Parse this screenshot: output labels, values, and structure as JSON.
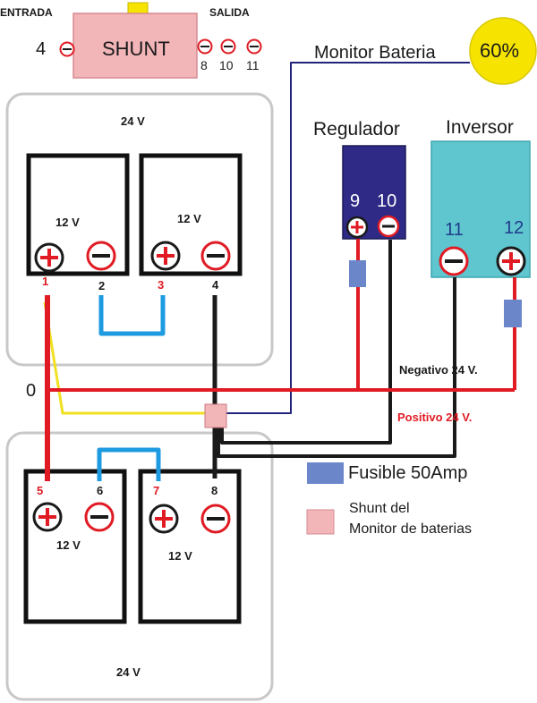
{
  "shunt": {
    "entrada_label": "ENTRADA",
    "salida_label": "SALIDA",
    "title": "SHUNT",
    "input_terminal": "4",
    "output_terminals": [
      "8",
      "10",
      "11"
    ]
  },
  "monitor": {
    "label": "Monitor Bateria",
    "percent": "60%"
  },
  "regulador": {
    "label": "Regulador",
    "terminal_pos": "9",
    "terminal_neg": "10"
  },
  "inversor": {
    "label": "Inversor",
    "terminal_neg": "11",
    "terminal_pos": "12"
  },
  "bank_top": {
    "voltage": "24 V",
    "battery_left": {
      "voltage": "12 V",
      "pos": "1",
      "neg": "2"
    },
    "battery_right": {
      "voltage": "12 V",
      "pos": "3",
      "neg": "4"
    }
  },
  "bank_bottom": {
    "voltage": "24 V",
    "battery_left": {
      "voltage": "12 V",
      "pos": "5",
      "neg": "6"
    },
    "battery_right": {
      "voltage": "12 V",
      "pos": "7",
      "neg": "8"
    }
  },
  "wires": {
    "zero_label": "0",
    "negativo_label": "Negativo 24 V.",
    "positivo_label": "Positivo 24 V."
  },
  "legend": {
    "fuse_label": "Fusible 50Amp",
    "shunt_label_line1": "Shunt del",
    "shunt_label_line2": "Monitor de baterias"
  },
  "colors": {
    "positive_wire": "#e01b24",
    "negative_wire": "#1a1a1a",
    "bridge_wire": "#1e9be0",
    "sense_wire": "#f0e020",
    "monitor_wire": "#23237a",
    "shunt_fill": "#f2b5b8",
    "fuse_fill": "#6b86c9",
    "regulador_fill": "#2e2a86",
    "inversor_fill": "#5fc6d0",
    "monitor_fill": "#f6e400"
  }
}
